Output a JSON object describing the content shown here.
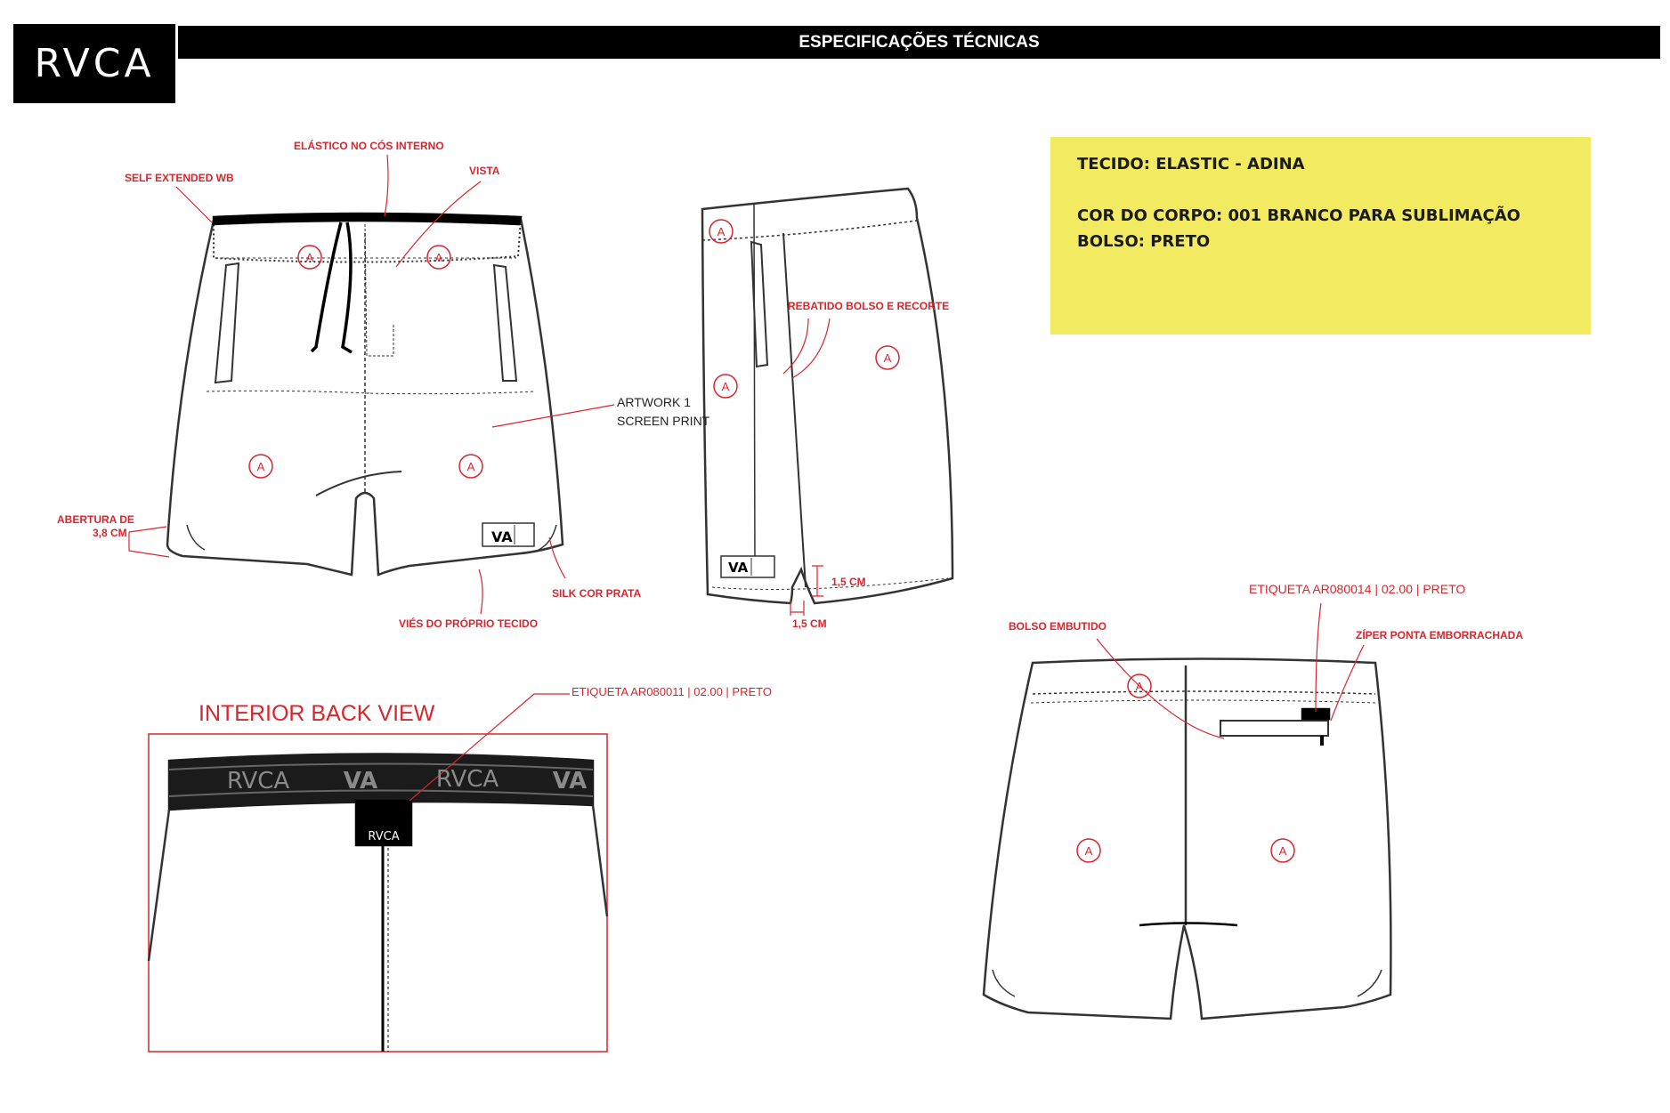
{
  "header": {
    "logo": "RVCA",
    "title": "ESPECIFICAÇÕES TÉCNICAS"
  },
  "specs": {
    "tecido": "TECIDO:  ELASTIC - ADINA",
    "cor_corpo": "COR DO CORPO:  001 BRANCO PARA SUBLIMAÇÃO",
    "bolso": "BOLSO: PRETO"
  },
  "front_view": {
    "self_extended_wb": "SELF EXTENDED WB",
    "elastico_cos": "ELÁSTICO NO CÓS INTERNO",
    "vista": "VISTA",
    "abertura_1": "ABERTURA DE",
    "abertura_2": "3,8 CM",
    "silk": "SILK COR PRATA",
    "vies": "VIÉS DO PRÓPRIO TECIDO",
    "artwork_1": "ARTWORK 1",
    "artwork_2": "SCREEN PRINT",
    "marker": "A"
  },
  "side_view": {
    "rebatido": "REBATIDO BOLSO E RECORTE",
    "dim_1": "1,5 CM",
    "dim_2": "1,5 CM"
  },
  "back_view": {
    "etiqueta": "ETIQUETA AR080014 | 02.00 | PRETO",
    "bolso_embutido": "BOLSO EMBUTIDO",
    "ziper": "ZÍPER PONTA EMBORRACHADA"
  },
  "interior_view": {
    "title": "INTERIOR BACK VIEW",
    "etiqueta": "ETIQUETA AR080011 | 02.00 | PRETO",
    "waistband_brand": "RVCA",
    "waistband_mark": "VA",
    "label_brand": "RVCA"
  },
  "colors": {
    "annotation": "#d8262e",
    "spec_highlight": "#f2ea60",
    "header": "#000000"
  }
}
